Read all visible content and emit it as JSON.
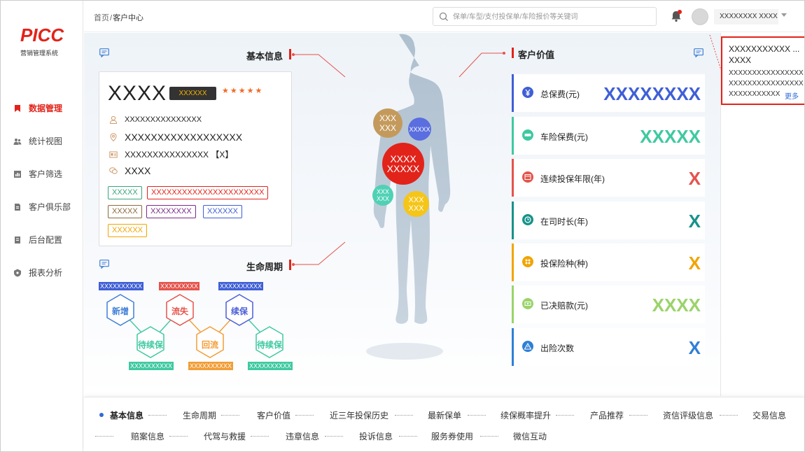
{
  "sidebar": {
    "logo": "PICC",
    "logo_sub": "营销管理系统",
    "items": [
      {
        "label": "数据管理",
        "icon": "bookmark-icon",
        "active": true
      },
      {
        "label": "统计视图",
        "icon": "users-icon",
        "active": false
      },
      {
        "label": "客户筛选",
        "icon": "chart-icon",
        "active": false
      },
      {
        "label": "客户俱乐部",
        "icon": "document-icon",
        "active": false
      },
      {
        "label": "后台配置",
        "icon": "book-icon",
        "active": false
      },
      {
        "label": "报表分析",
        "icon": "shield-icon",
        "active": false
      }
    ]
  },
  "topbar": {
    "breadcrumb": [
      "首页",
      "客户中心"
    ],
    "breadcrumb_sep": "/",
    "search_placeholder": "保单/车型/支付投保单/车险报价等关键词",
    "username": "XXXXXXXX  XXXX"
  },
  "basic_info": {
    "title": "基本信息",
    "name": "XXXX",
    "badge": "XXXXXX",
    "stars": "★★★★★",
    "rows": [
      "XXXXXXXXXXXXXXX",
      "XXXXXXXXXXXXXXXXXX",
      "XXXXXXXXXXXXXXX 【X】",
      "XXXX"
    ],
    "tags": [
      {
        "text": "XXXXX",
        "color": "#3aa57a"
      },
      {
        "text": "XXXXXXXXXXXXXXXXXXXXXX",
        "color": "#e2231a"
      },
      {
        "text": "XXXXX",
        "color": "#8a6a3c"
      },
      {
        "text": "XXXXXXXX",
        "color": "#7a2a8a"
      },
      {
        "text": "XXXXXX",
        "color": "#3f5fd6"
      },
      {
        "text": "XXXXXX",
        "color": "#f2a400"
      }
    ]
  },
  "lifecycle": {
    "title": "生命周期",
    "top_tags": [
      {
        "text": "XXXXXXXXXX",
        "color": "#3f5fd6"
      },
      {
        "text": "XXXXXXXXX",
        "color": "#e5534b"
      },
      {
        "text": "XXXXXXXXXX",
        "color": "#3f5fd6"
      }
    ],
    "nodes": [
      {
        "label": "新增",
        "color": "#3f7fd6"
      },
      {
        "label": "流失",
        "color": "#e5534b"
      },
      {
        "label": "续保",
        "color": "#4a5fd6"
      },
      {
        "label": "待续保",
        "color": "#3fc9a0"
      },
      {
        "label": "回流",
        "color": "#f29d36"
      },
      {
        "label": "待续保",
        "color": "#3fc9a0"
      }
    ],
    "bottom_tags": [
      {
        "text": "XXXXXXXXXX",
        "color": "#3fc9a0"
      },
      {
        "text": "XXXXXXXXXX",
        "color": "#f29d36"
      },
      {
        "text": "XXXXXXXXXX",
        "color": "#3fc9a0"
      }
    ]
  },
  "bubbles": [
    {
      "text": "XXX\nXXX",
      "color": "#c49a5c"
    },
    {
      "text": "XXXXX",
      "color": "#5a6ee0"
    },
    {
      "text": "XXXX\nXXXXX",
      "color": "#e2231a"
    },
    {
      "text": "XXX\nXXX",
      "color": "#4fd1b5"
    },
    {
      "text": "XXX\nXXX",
      "color": "#f5c518"
    }
  ],
  "customer_value": {
    "title": "客户价值",
    "items": [
      {
        "label": "总保费(元)",
        "value": "XXXXXXXX",
        "color": "#3f5fd6",
        "icon": "yen-icon"
      },
      {
        "label": "车险保费(元)",
        "value": "XXXXX",
        "color": "#3fc9a0",
        "icon": "car-icon"
      },
      {
        "label": "连续投保年限(年)",
        "value": "X",
        "color": "#e5534b",
        "icon": "calendar-icon"
      },
      {
        "label": "在司时长(年)",
        "value": "X",
        "color": "#17928a",
        "icon": "clock-icon"
      },
      {
        "label": "投保险种(种)",
        "value": "X",
        "color": "#f2a400",
        "icon": "grid-icon"
      },
      {
        "label": "已决赔款(元)",
        "value": "XXXX",
        "color": "#9bd36a",
        "icon": "money-icon"
      },
      {
        "label": "出险次数",
        "value": "X",
        "color": "#2f7fd6",
        "icon": "warning-icon"
      }
    ]
  },
  "notice": {
    "title": "XXXXXXXXXXX ... XXXX",
    "body": "XXXXXXXXXXXXXXXXXXXXXXXXXXXXXXXXXXXXXXXXXXX",
    "more": "更多"
  },
  "bottom_tabs": {
    "row1": [
      "基本信息",
      "生命周期",
      "客户价值",
      "近三年投保历史",
      "最新保单",
      "续保概率提升",
      "产品推荐",
      "资信评级信息",
      "交易信息"
    ],
    "row2": [
      "赔案信息",
      "代驾与救援",
      "违章信息",
      "投诉信息",
      "服务券使用",
      "微信互动"
    ],
    "active": "基本信息"
  },
  "colors": {
    "brand": "#e2231a",
    "link": "#2f6bd8"
  }
}
